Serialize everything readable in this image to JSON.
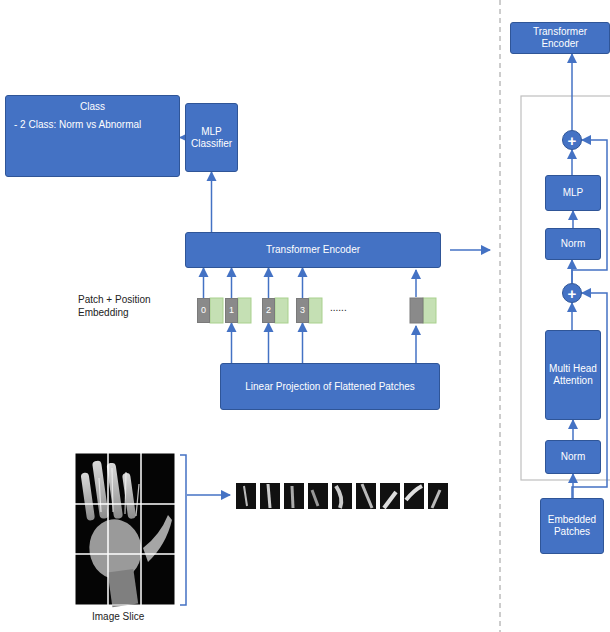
{
  "diagram": {
    "nodes": [
      {
        "text": [
          "Class",
          "- 2 Class: Norm vs Abnormal"
        ]
      },
      {
        "text": [
          "MLP Classifier"
        ]
      },
      {
        "text": [
          "Transformer Encoder"
        ]
      },
      {
        "text": [
          "0"
        ]
      },
      {
        "text": [
          "1"
        ]
      },
      {
        "text": [
          "2"
        ]
      },
      {
        "text": [
          "3"
        ]
      },
      {
        "text": [
          "Linear Projection of Flattened Patches"
        ]
      },
      {
        "text": [
          "Transformer Encoder"
        ]
      },
      {
        "text": [
          "+"
        ]
      },
      {
        "text": [
          "MLP"
        ]
      },
      {
        "text": [
          "Norm"
        ]
      },
      {
        "text": [
          "+"
        ]
      },
      {
        "text": [
          "Multi Head Attention"
        ]
      },
      {
        "text": [
          "Norm"
        ]
      },
      {
        "text": [
          "Embedded Patches"
        ]
      }
    ],
    "edges": [
      {
        "from": 2,
        "to": 1,
        "arrow": "to"
      },
      {
        "from": 1,
        "to": 0,
        "arrow": "to"
      },
      {
        "from": 3,
        "to": 2,
        "arrow": "to"
      },
      {
        "from": 4,
        "to": 2,
        "arrow": "to"
      },
      {
        "from": 5,
        "to": 2,
        "arrow": "to"
      },
      {
        "from": 6,
        "to": 2,
        "arrow": "to"
      },
      {
        "from": 7,
        "to": 4,
        "arrow": "to"
      },
      {
        "from": 7,
        "to": 5,
        "arrow": "to"
      },
      {
        "from": 7,
        "to": 6,
        "arrow": "to"
      },
      {
        "from": 9,
        "to": 8,
        "arrow": "to"
      },
      {
        "from": 10,
        "to": 9,
        "arrow": "to"
      },
      {
        "from": 11,
        "to": 10,
        "arrow": "to"
      },
      {
        "from": 12,
        "to": 11,
        "arrow": "to"
      },
      {
        "from": 13,
        "to": 12,
        "arrow": "to"
      },
      {
        "from": 14,
        "to": 13,
        "arrow": "to"
      },
      {
        "from": 15,
        "to": 14,
        "arrow": "to"
      },
      {
        "from": 15,
        "to": 12,
        "arrow": "to"
      },
      {
        "from": 12,
        "to": 9,
        "arrow": "to"
      }
    ],
    "labels": [
      "Patch + Position Embedding",
      "......",
      "Image Slice"
    ]
  }
}
